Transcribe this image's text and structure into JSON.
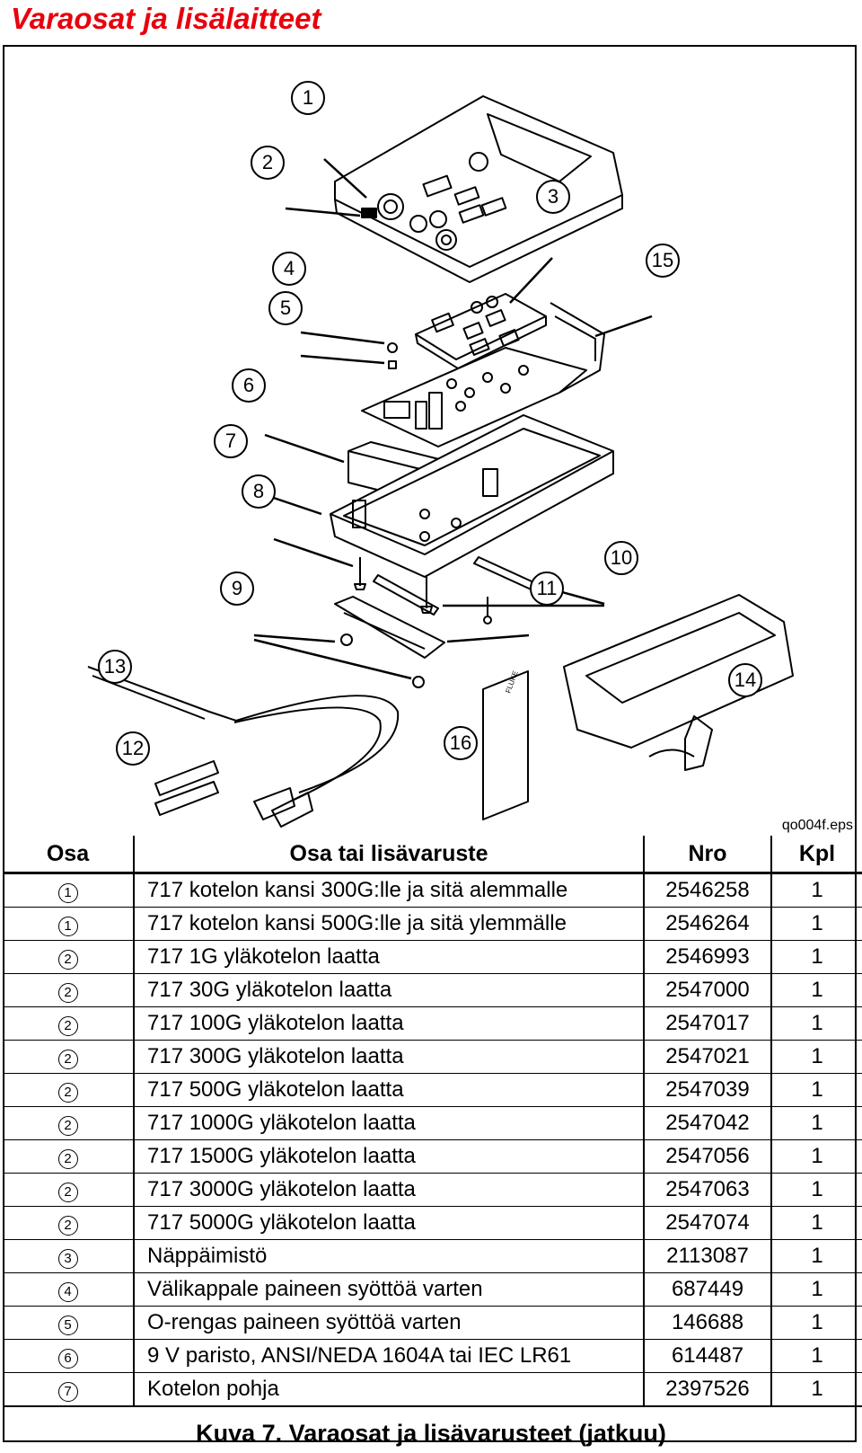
{
  "title": "Varaosat ja lisälaitteet",
  "figure": {
    "file_label": "qo004f.eps",
    "callouts": [
      "1",
      "2",
      "3",
      "4",
      "5",
      "6",
      "7",
      "8",
      "9",
      "10",
      "11",
      "12",
      "13",
      "14",
      "15",
      "16"
    ],
    "sheet_brand": "FLUKE"
  },
  "table": {
    "headers": {
      "osa": "Osa",
      "desc": "Osa tai lisävaruste",
      "nro": "Nro",
      "kpl": "Kpl"
    },
    "rows": [
      {
        "osa": "1",
        "desc": "717  kotelon kansi 300G:lle ja sitä alemmalle",
        "nro": "2546258",
        "kpl": "1"
      },
      {
        "osa": "1",
        "desc": "717 kotelon kansi 500G:lle ja sitä ylemmälle",
        "nro": "2546264",
        "kpl": "1"
      },
      {
        "osa": "2",
        "desc": "717 1G yläkotelon laatta",
        "nro": "2546993",
        "kpl": "1"
      },
      {
        "osa": "2",
        "desc": "717 30G yläkotelon laatta",
        "nro": "2547000",
        "kpl": "1"
      },
      {
        "osa": "2",
        "desc": "717 100G yläkotelon laatta",
        "nro": "2547017",
        "kpl": "1"
      },
      {
        "osa": "2",
        "desc": "717 300G yläkotelon laatta",
        "nro": "2547021",
        "kpl": "1"
      },
      {
        "osa": "2",
        "desc": "717 500G yläkotelon laatta",
        "nro": "2547039",
        "kpl": "1"
      },
      {
        "osa": "2",
        "desc": "717 1000G yläkotelon laatta",
        "nro": "2547042",
        "kpl": "1"
      },
      {
        "osa": "2",
        "desc": "717 1500G yläkotelon laatta",
        "nro": "2547056",
        "kpl": "1"
      },
      {
        "osa": "2",
        "desc": "717 3000G yläkotelon laatta",
        "nro": "2547063",
        "kpl": "1"
      },
      {
        "osa": "2",
        "desc": "717 5000G yläkotelon laatta",
        "nro": "2547074",
        "kpl": "1"
      },
      {
        "osa": "3",
        "desc": "Näppäimistö",
        "nro": "2113087",
        "kpl": "1"
      },
      {
        "osa": "4",
        "desc": "Välikappale paineen syöttöä varten",
        "nro": "687449",
        "kpl": "1"
      },
      {
        "osa": "5",
        "desc": "O-rengas paineen syöttöä varten",
        "nro": "146688",
        "kpl": "1"
      },
      {
        "osa": "6",
        "desc": "9 V paristo, ANSI/NEDA 1604A tai IEC LR61",
        "nro": "614487",
        "kpl": "1"
      },
      {
        "osa": "7",
        "desc": "Kotelon pohja",
        "nro": "2397526",
        "kpl": "1"
      }
    ]
  },
  "caption": "Kuva 7. Varaosat ja lisävarusteet (jatkuu)"
}
